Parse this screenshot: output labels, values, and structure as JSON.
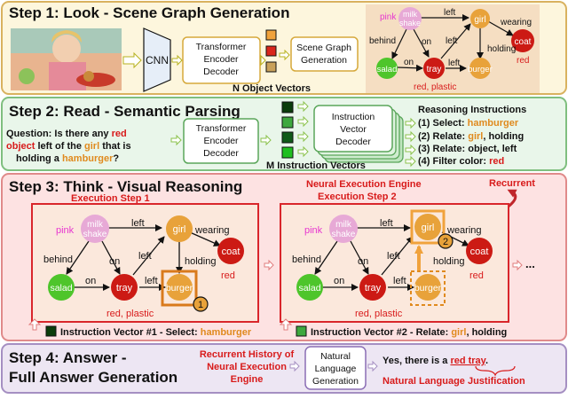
{
  "step1": {
    "title": "Step 1: Look - Scene Graph Generation",
    "cnn": "CNN",
    "encoder": [
      "Transformer",
      "Encoder",
      "Decoder"
    ],
    "scene_graph_gen": [
      "Scene Graph",
      "Generation"
    ],
    "object_vectors": "N Object Vectors"
  },
  "step2": {
    "title": "Step 2: Read - Semantic Parsing",
    "question": {
      "prefix": "Question: Is there any ",
      "red": "red",
      "object": "object",
      "left_of": " left of the ",
      "girl": "girl",
      "that_is": " that is",
      "holding": "holding a ",
      "hamburger": "hamburger",
      "qmark": "?"
    },
    "encoder": [
      "Transformer",
      "Encoder",
      "Decoder"
    ],
    "instr_decoder": [
      "Instruction",
      "Vector",
      "Decoder"
    ],
    "instruction_vectors": "M Instruction Vectors",
    "reasoning": {
      "title": "Reasoning Instructions",
      "i1_prefix": "(1) Select: ",
      "i1_val": "hamburger",
      "i2_prefix": "(2) Relate: ",
      "i2_girl": "girl",
      "i2_rest": ", holding",
      "i3": "(3) Relate: object, left",
      "i4_prefix": "(4) Filter color: ",
      "i4_val": "red"
    }
  },
  "step3": {
    "title": "Step 3: Think - Visual Reasoning",
    "exec_step1": "Execution Step 1",
    "engine": [
      "Neural Execution Engine",
      "Execution Step 2"
    ],
    "recurrent": "Recurrent",
    "ellipsis": "...",
    "iv1_prefix": "Instruction Vector #1 - Select: ",
    "iv1_val": "hamburger",
    "iv2_prefix": "Instruction Vector #2 - Relate: ",
    "iv2_girl": "girl",
    "iv2_rest": ", holding"
  },
  "step4": {
    "title": [
      "Step 4: Answer -",
      "Full Answer Generation"
    ],
    "history": [
      "Recurrent History of",
      "Neural Execution",
      "Engine"
    ],
    "nlg": [
      "Natural",
      "Language",
      "Generation"
    ],
    "answer_prefix": "Yes, there is a ",
    "answer_val": "red tray",
    "answer_suffix": ".",
    "justification": "Natural Language Justification"
  },
  "graph": {
    "nodes": {
      "pink": "pink",
      "milk": "milk",
      "shake": "shake",
      "girl": "girl",
      "coat": "coat",
      "salad": "salad",
      "tray": "tray",
      "burger": "burger"
    },
    "edges": {
      "left": "left",
      "behind": "behind",
      "on": "on",
      "wearing": "wearing",
      "holding": "holding"
    },
    "attrs": {
      "red": "red",
      "red_plastic": "red, plastic"
    },
    "markers": {
      "one": "1",
      "two": "2"
    }
  },
  "colors": {
    "step1_bg": "#fdf6dd",
    "step1_border": "#d9b25f",
    "step2_bg": "#e9f6ea",
    "step2_border": "#7fbf7f",
    "step3_bg": "#fde2e2",
    "step3_border": "#e08a8a",
    "step4_bg": "#ede6f3",
    "step4_border": "#a58fc2",
    "node_pink": "#e7a9d6",
    "node_orange": "#e8a23a",
    "node_red": "#cc1a14",
    "node_green": "#4ec52b",
    "accent_orange": "#e08a1e",
    "accent_red": "#d81b1b",
    "accent_magenta": "#e636d0",
    "arrow": "#e07c7c"
  }
}
